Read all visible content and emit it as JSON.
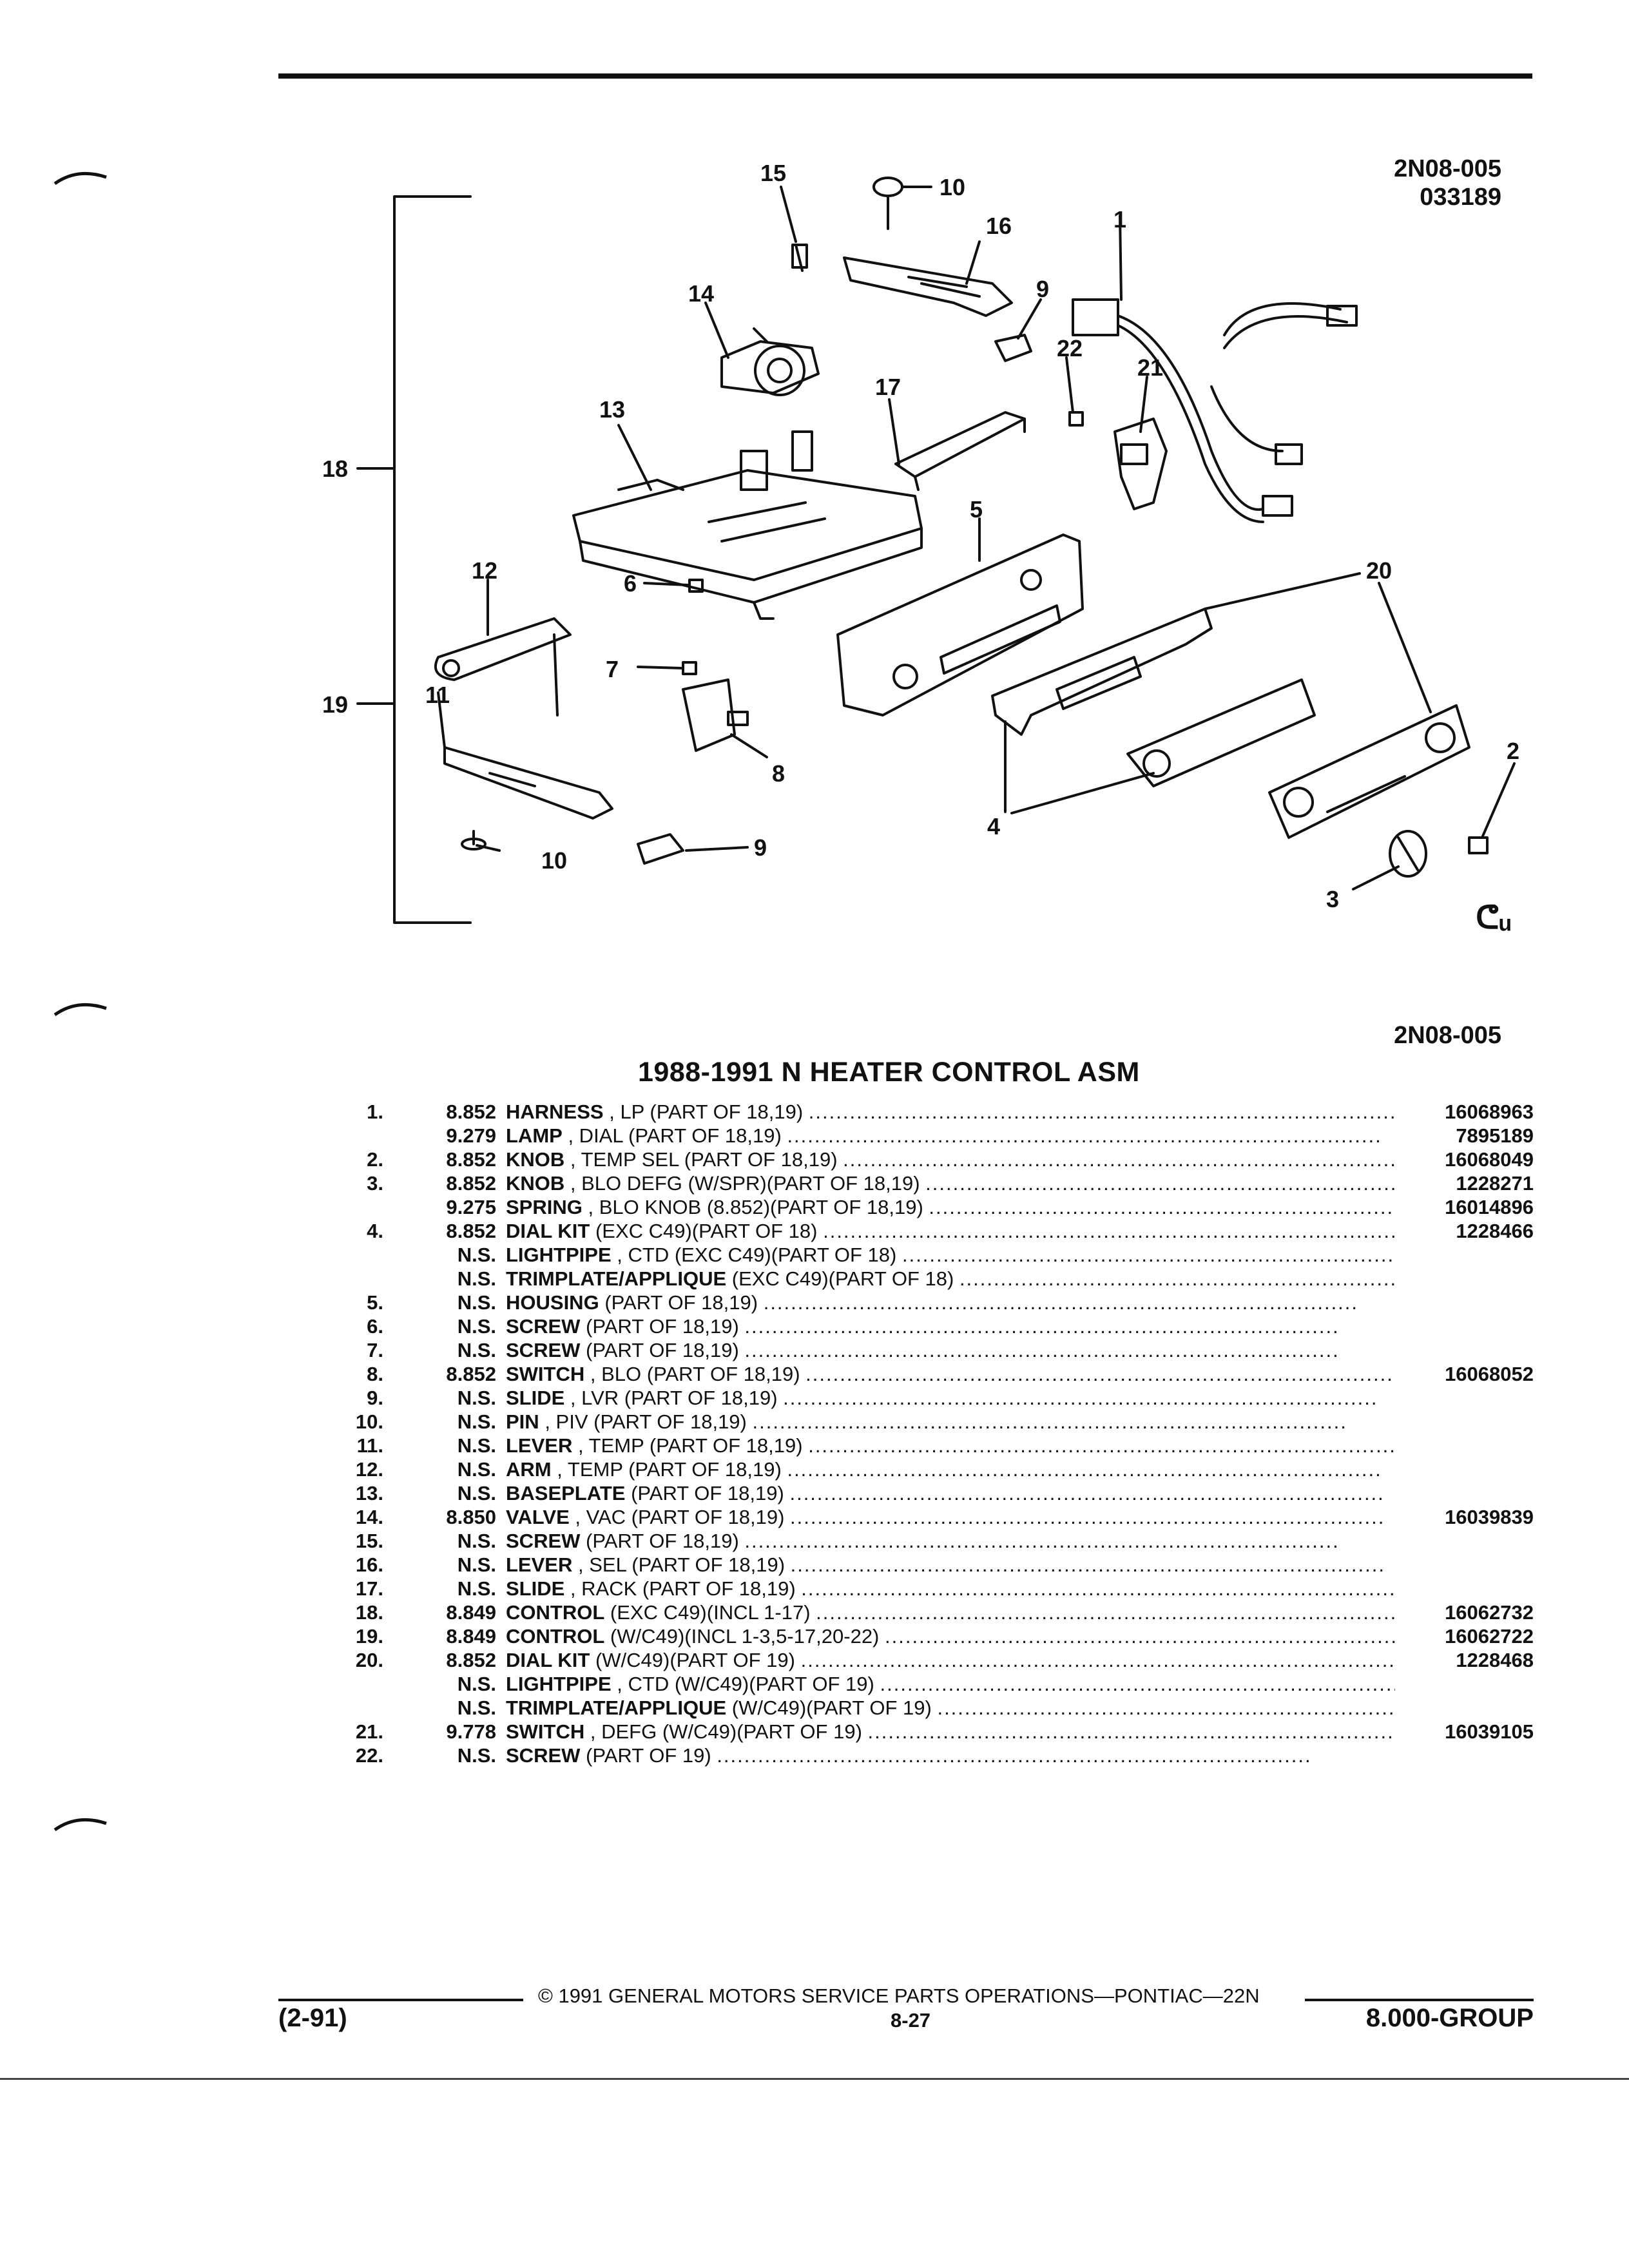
{
  "header": {
    "ref_code": "2N08-005",
    "ref_date": "033189",
    "ref_code_lower": "2N08-005"
  },
  "diagram": {
    "callouts": [
      "15",
      "10",
      "16",
      "1",
      "9",
      "22",
      "21",
      "14",
      "17",
      "13",
      "18",
      "5",
      "20",
      "12",
      "6",
      "7",
      "19",
      "11",
      "8",
      "2",
      "4",
      "3",
      "10",
      "9"
    ],
    "logo": "ᕦᵤ"
  },
  "parts_list": {
    "title": "1988-1991 N HEATER CONTROL ASM",
    "rows": [
      {
        "num": "1.",
        "group": "8.852",
        "name": "HARNESS",
        "desc": ", LP (PART OF 18,19)",
        "part": "16068963"
      },
      {
        "num": "",
        "group": "9.279",
        "name": "LAMP",
        "desc": ", DIAL (PART OF 18,19)",
        "part": "7895189"
      },
      {
        "num": "2.",
        "group": "8.852",
        "name": "KNOB",
        "desc": ", TEMP SEL (PART OF 18,19)",
        "part": "16068049"
      },
      {
        "num": "3.",
        "group": "8.852",
        "name": "KNOB",
        "desc": ", BLO DEFG (W/SPR)(PART OF 18,19)",
        "part": "1228271"
      },
      {
        "num": "",
        "group": "9.275",
        "name": "SPRING",
        "desc": ", BLO KNOB (8.852)(PART OF 18,19)",
        "part": "16014896"
      },
      {
        "num": "4.",
        "group": "8.852",
        "name": "DIAL KIT",
        "desc": "(EXC C49)(PART OF 18)",
        "part": "1228466"
      },
      {
        "num": "",
        "group": "N.S.",
        "name": "LIGHTPIPE",
        "desc": ", CTD (EXC C49)(PART OF 18)",
        "part": ""
      },
      {
        "num": "",
        "group": "N.S.",
        "name": "TRIMPLATE/APPLIQUE",
        "desc": "(EXC C49)(PART OF 18)",
        "part": ""
      },
      {
        "num": "5.",
        "group": "N.S.",
        "name": "HOUSING",
        "desc": "(PART OF 18,19)",
        "part": ""
      },
      {
        "num": "6.",
        "group": "N.S.",
        "name": "SCREW",
        "desc": "(PART OF 18,19)",
        "part": ""
      },
      {
        "num": "7.",
        "group": "N.S.",
        "name": "SCREW",
        "desc": "(PART OF 18,19)",
        "part": ""
      },
      {
        "num": "8.",
        "group": "8.852",
        "name": "SWITCH",
        "desc": ", BLO (PART OF 18,19)",
        "part": "16068052"
      },
      {
        "num": "9.",
        "group": "N.S.",
        "name": "SLIDE",
        "desc": ", LVR (PART OF 18,19)",
        "part": ""
      },
      {
        "num": "10.",
        "group": "N.S.",
        "name": "PIN",
        "desc": ", PIV (PART OF 18,19)",
        "part": ""
      },
      {
        "num": "11.",
        "group": "N.S.",
        "name": "LEVER",
        "desc": ", TEMP (PART OF 18,19)",
        "part": ""
      },
      {
        "num": "12.",
        "group": "N.S.",
        "name": "ARM",
        "desc": ", TEMP (PART OF 18,19)",
        "part": ""
      },
      {
        "num": "13.",
        "group": "N.S.",
        "name": "BASEPLATE",
        "desc": "(PART OF 18,19)",
        "part": ""
      },
      {
        "num": "14.",
        "group": "8.850",
        "name": "VALVE",
        "desc": ", VAC (PART OF 18,19)",
        "part": "16039839"
      },
      {
        "num": "15.",
        "group": "N.S.",
        "name": "SCREW",
        "desc": "(PART OF 18,19)",
        "part": ""
      },
      {
        "num": "16.",
        "group": "N.S.",
        "name": "LEVER",
        "desc": ", SEL (PART OF 18,19)",
        "part": ""
      },
      {
        "num": "17.",
        "group": "N.S.",
        "name": "SLIDE",
        "desc": ", RACK (PART OF 18,19)",
        "part": ""
      },
      {
        "num": "18.",
        "group": "8.849",
        "name": "CONTROL",
        "desc": "(EXC C49)(INCL 1-17)",
        "part": "16062732"
      },
      {
        "num": "19.",
        "group": "8.849",
        "name": "CONTROL",
        "desc": "(W/C49)(INCL 1-3,5-17,20-22)",
        "part": "16062722"
      },
      {
        "num": "20.",
        "group": "8.852",
        "name": "DIAL KIT",
        "desc": "(W/C49)(PART OF 19)",
        "part": "1228468"
      },
      {
        "num": "",
        "group": "N.S.",
        "name": "LIGHTPIPE",
        "desc": ", CTD (W/C49)(PART OF 19)",
        "part": ""
      },
      {
        "num": "",
        "group": "N.S.",
        "name": "TRIMPLATE/APPLIQUE",
        "desc": "(W/C49)(PART OF 19)",
        "part": ""
      },
      {
        "num": "21.",
        "group": "9.778",
        "name": "SWITCH",
        "desc": ", DEFG (W/C49)(PART OF 19)",
        "part": "16039105"
      },
      {
        "num": "22.",
        "group": "N.S.",
        "name": "SCREW",
        "desc": "(PART OF 19)",
        "part": ""
      }
    ]
  },
  "footer": {
    "copyright": "© 1991 GENERAL MOTORS SERVICE PARTS OPERATIONS—PONTIAC—22N",
    "date_code": "(2-91)",
    "page": "8-27",
    "group": "8.000-GROUP"
  }
}
